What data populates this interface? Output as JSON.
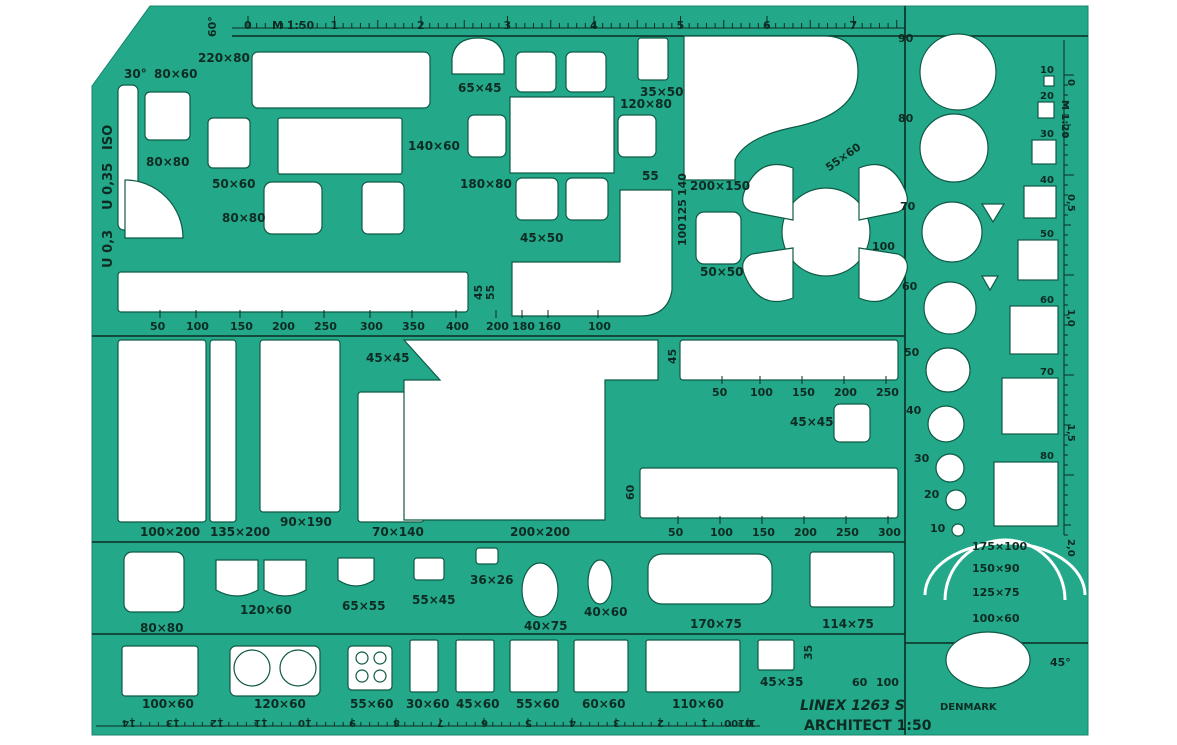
{
  "colors": {
    "plastic": "#23a88a",
    "plastic_dark": "#17856b",
    "ink": "#0d2b22",
    "cutout": "#ffffff"
  },
  "brand": {
    "name": "LINEX 1263 S",
    "country": "DENMARK",
    "model": "ARCHITECT 1:50"
  },
  "ruler_top": {
    "scale": "M 1:50",
    "ticks": [
      "0",
      "1",
      "2",
      "3",
      "4",
      "5",
      "6",
      "7"
    ]
  },
  "ruler_right": {
    "scale": "M 1:20",
    "ticks": [
      "0",
      "0,5",
      "1,0",
      "1,5",
      "2,0"
    ]
  },
  "ruler_bottom": {
    "scale": "1:100",
    "ticks": [
      "14",
      "13",
      "12",
      "11",
      "10",
      "9",
      "8",
      "7",
      "6",
      "5",
      "4",
      "3",
      "2",
      "1",
      "0"
    ]
  },
  "side_marks": [
    "U 0,3",
    "U 0,35",
    "ISO"
  ],
  "angle_labels": [
    "30°",
    "60°",
    "45°"
  ],
  "circle_labels": [
    "90",
    "80",
    "70",
    "60",
    "50",
    "40",
    "30",
    "20",
    "10"
  ],
  "square_labels": [
    "10",
    "20",
    "30",
    "40",
    "50",
    "60",
    "70",
    "80"
  ],
  "scale_rows": {
    "row1": [
      "50",
      "100",
      "150",
      "200",
      "250",
      "300",
      "350",
      "400",
      "200",
      "180",
      "160",
      "100"
    ],
    "row2": [
      "50",
      "100",
      "150",
      "200",
      "250"
    ],
    "row3": [
      "50",
      "100",
      "150",
      "200",
      "250",
      "300"
    ]
  },
  "labels": {
    "l220x80": "220×80",
    "l80x60": "80×60",
    "l80x80a": "80×80",
    "l50x60": "50×60",
    "l80x80b": "80×80",
    "l140x60": "140×60",
    "l65x45": "65×45",
    "l35x50": "35×50",
    "l120x80": "120×80",
    "l180x80": "180×80",
    "l55": "55",
    "l140": "140",
    "l125": "125",
    "l100v": "100",
    "l45x50": "45×50",
    "l200x150": "200×150",
    "l55x60": "55×60",
    "l100d": "100",
    "l50x50": "50×50",
    "l45": "45",
    "l55b": "55",
    "l100x200": "100×200",
    "l135x200": "135×200",
    "l90x190": "90×190",
    "l70x140": "70×140",
    "l200x200": "200×200",
    "l45x45a": "45×45",
    "l45b": "45",
    "l45x45b": "45×45",
    "l60": "60",
    "l175x100": "175×100",
    "l150x90": "150×90",
    "l125x75": "125×75",
    "l100x60": "100×60",
    "l80x80c": "80×80",
    "l120x60": "120×60",
    "l65x55": "65×55",
    "l55x45": "55×45",
    "l36x26": "36×26",
    "l40x75": "40×75",
    "l40x60": "40×60",
    "l170x75": "170×75",
    "l114x75": "114×75",
    "l100x60b": "100×60",
    "l120x60b": "120×60",
    "l55x60b": "55×60",
    "l30x60": "30×60",
    "l45x60": "45×60",
    "l55x60c": "55×60",
    "l60x60": "60×60",
    "l110x60": "110×60",
    "l45x35": "45×35",
    "l35": "35",
    "l60b": "60",
    "l100b": "100"
  }
}
